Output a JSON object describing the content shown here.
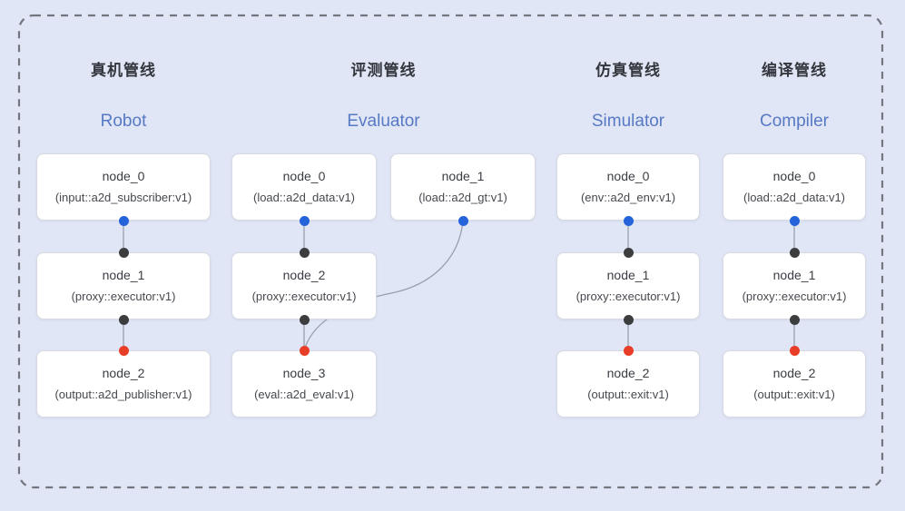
{
  "colors": {
    "background": "#e1e6f6",
    "frame": "#72777f",
    "node_fill": "#ffffff",
    "node_border": "#d7dae2",
    "heading_zh": "#33363c",
    "heading_en": "#5679c4",
    "edge": "#99a0ac",
    "ports": {
      "blue": "#2463d9",
      "black": "#3c3d3f",
      "red": "#e83e28"
    }
  },
  "pipelines": [
    {
      "title_zh": "真机管线",
      "title_en": "Robot",
      "nodes": [
        {
          "id": "0-0",
          "title": "node_0",
          "subtitle": "(input::a2d_subscriber:v1)"
        },
        {
          "id": "0-1",
          "title": "node_1",
          "subtitle": "(proxy::executor:v1)"
        },
        {
          "id": "0-2",
          "title": "node_2",
          "subtitle": "(output::a2d_publisher:v1)"
        }
      ]
    },
    {
      "title_zh": "评测管线",
      "title_en": "Evaluator",
      "nodes": [
        {
          "id": "1-0",
          "title": "node_0",
          "subtitle": "(load::a2d_data:v1)"
        },
        {
          "id": "1-1",
          "title": "node_1",
          "subtitle": "(load::a2d_gt:v1)"
        },
        {
          "id": "1-2",
          "title": "node_2",
          "subtitle": "(proxy::executor:v1)"
        },
        {
          "id": "1-3",
          "title": "node_3",
          "subtitle": "(eval::a2d_eval:v1)"
        }
      ]
    },
    {
      "title_zh": "仿真管线",
      "title_en": "Simulator",
      "nodes": [
        {
          "id": "2-0",
          "title": "node_0",
          "subtitle": "(env::a2d_env:v1)"
        },
        {
          "id": "2-1",
          "title": "node_1",
          "subtitle": "(proxy::executor:v1)"
        },
        {
          "id": "2-2",
          "title": "node_2",
          "subtitle": "(output::exit:v1)"
        }
      ]
    },
    {
      "title_zh": "编译管线",
      "title_en": "Compiler",
      "nodes": [
        {
          "id": "3-0",
          "title": "node_0",
          "subtitle": "(load::a2d_data:v1)"
        },
        {
          "id": "3-1",
          "title": "node_1",
          "subtitle": "(proxy::executor:v1)"
        },
        {
          "id": "3-2",
          "title": "node_2",
          "subtitle": "(output::exit:v1)"
        }
      ]
    }
  ],
  "diagram": {
    "ports": [
      {
        "node": "0-0",
        "side": "bottom",
        "color": "blue"
      },
      {
        "node": "0-1",
        "side": "top",
        "color": "black"
      },
      {
        "node": "0-1",
        "side": "bottom",
        "color": "black"
      },
      {
        "node": "0-2",
        "side": "top",
        "color": "red"
      },
      {
        "node": "1-0",
        "side": "bottom",
        "color": "blue"
      },
      {
        "node": "1-1",
        "side": "bottom",
        "color": "blue"
      },
      {
        "node": "1-2",
        "side": "top",
        "color": "black"
      },
      {
        "node": "1-2",
        "side": "bottom",
        "color": "black"
      },
      {
        "node": "1-3",
        "side": "top",
        "color": "red"
      },
      {
        "node": "2-0",
        "side": "bottom",
        "color": "blue"
      },
      {
        "node": "2-1",
        "side": "top",
        "color": "black"
      },
      {
        "node": "2-1",
        "side": "bottom",
        "color": "black"
      },
      {
        "node": "2-2",
        "side": "top",
        "color": "red"
      },
      {
        "node": "3-0",
        "side": "bottom",
        "color": "blue"
      },
      {
        "node": "3-1",
        "side": "top",
        "color": "black"
      },
      {
        "node": "3-1",
        "side": "bottom",
        "color": "black"
      },
      {
        "node": "3-2",
        "side": "top",
        "color": "red"
      }
    ],
    "edges": [
      {
        "from": "0-0",
        "to": "0-1",
        "shape": "straight"
      },
      {
        "from": "0-1",
        "to": "0-2",
        "shape": "straight"
      },
      {
        "from": "1-0",
        "to": "1-2",
        "shape": "straight"
      },
      {
        "from": "1-2",
        "to": "1-3",
        "shape": "straight"
      },
      {
        "from": "1-1",
        "to": "1-3",
        "shape": "curve"
      },
      {
        "from": "2-0",
        "to": "2-1",
        "shape": "straight"
      },
      {
        "from": "2-1",
        "to": "2-2",
        "shape": "straight"
      },
      {
        "from": "3-0",
        "to": "3-1",
        "shape": "straight"
      },
      {
        "from": "3-1",
        "to": "3-2",
        "shape": "straight"
      }
    ]
  }
}
